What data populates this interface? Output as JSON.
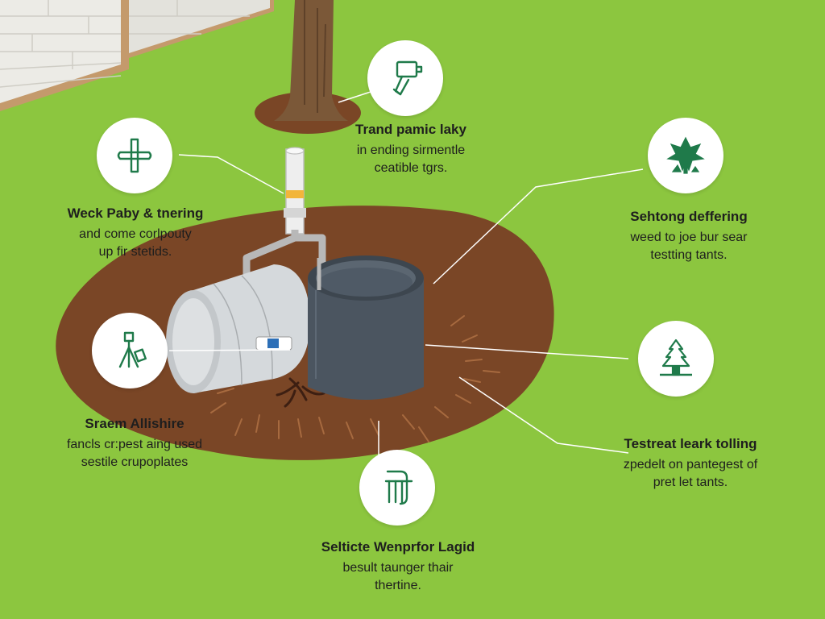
{
  "colors": {
    "grass": "#8cc63f",
    "soil": "#7a4626",
    "icon_green": "#1f7a4a",
    "tank_dark": "#4b5560",
    "tank_light": "#cfd3d6"
  },
  "callouts": [
    {
      "id": "top",
      "icon": "pipe-connector-icon",
      "title": "Trand pamic laky",
      "lines": [
        "in ending sirmentle",
        "ceatible tgrs."
      ]
    },
    {
      "id": "upper-left",
      "icon": "pipe-fitting-icon",
      "title": "Weck Paby & tnering",
      "lines": [
        "and come corlpouty",
        "up fir stetids."
      ]
    },
    {
      "id": "upper-right",
      "icon": "plant-icon",
      "title": "Sehtong deffering",
      "lines": [
        "weed to joe bur sear",
        "testting tants."
      ]
    },
    {
      "id": "middle-left",
      "icon": "survey-tool-icon",
      "title": "Sraem Allishire",
      "lines": [
        "fancls cr:pest aing used",
        "sestile crupoplates"
      ]
    },
    {
      "id": "middle-right",
      "icon": "pine-tree-icon",
      "title": "Testreat leark tolling",
      "lines": [
        "zpedelt on pantegest of",
        "pret let tants."
      ]
    },
    {
      "id": "bottom",
      "icon": "valve-icon",
      "title": "Selticte Wenprfor Lagid",
      "lines": [
        "besult taunger thair",
        "thertine."
      ]
    }
  ]
}
